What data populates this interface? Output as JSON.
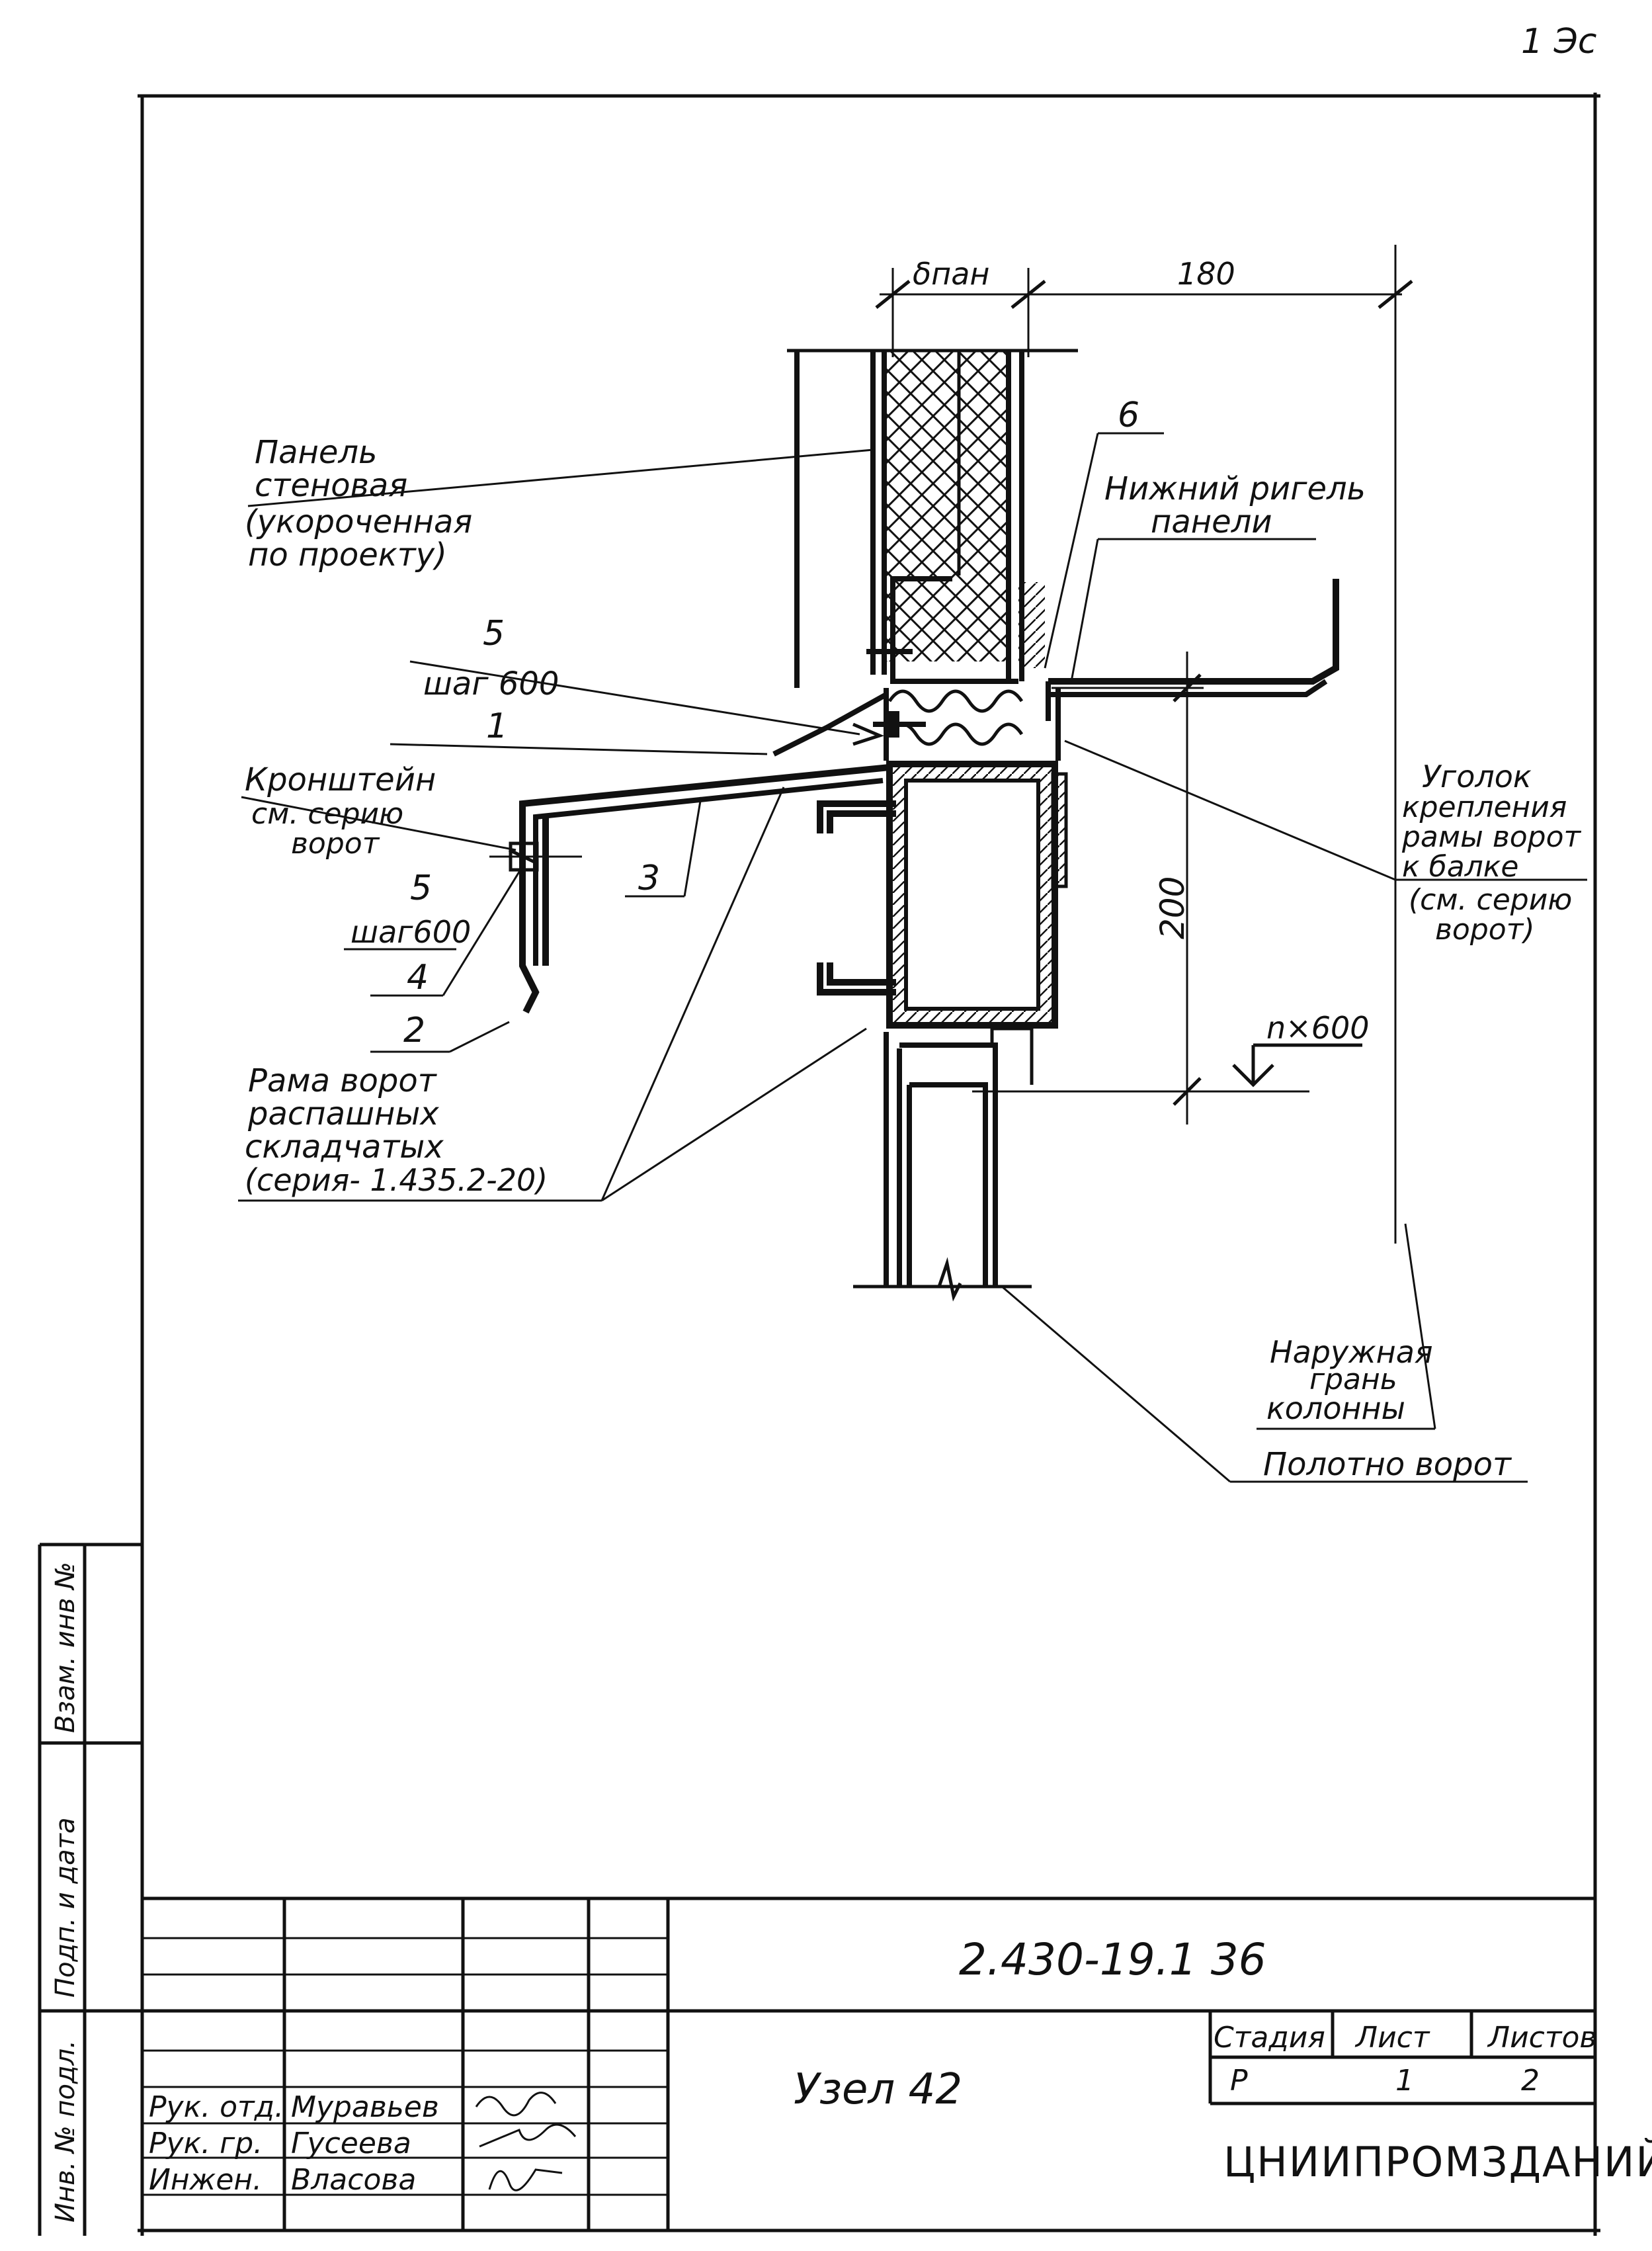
{
  "corner_mark": "1 Эс",
  "drawing": {
    "dimensions": {
      "panel_thickness": "δпан",
      "offset": "180",
      "height": "200",
      "step": "n×600"
    },
    "callouts": {
      "panel": [
        "Панель",
        "стеновая",
        "(укороченная",
        "по проекту)"
      ],
      "item_5_top": "5",
      "item_5_top_step": "шаг 600",
      "item_1": "1",
      "bracket": [
        "Кронштейн",
        "см. серию",
        "ворот"
      ],
      "item_5_side": "5",
      "item_5_side_step": "шаг600",
      "item_4": "4",
      "item_3": "3",
      "item_2": "2",
      "item_6": "6",
      "frame": [
        "Рама ворот",
        "распашных",
        "складчатых",
        "(серия- 1.435.2-20)"
      ],
      "lower_girder": [
        "Нижний ригель",
        "панели"
      ],
      "angle": [
        "Уголок",
        "крепления",
        "рамы ворот",
        "к балке",
        "(см. серию",
        "ворот)"
      ],
      "column_face": [
        "Наружная",
        "грань",
        "колонны"
      ],
      "gate_leaf": "Полотно ворот"
    }
  },
  "side_stamp": [
    "Инв. № подл.",
    "Подп. и дата",
    "Взам. инв №"
  ],
  "title_block": {
    "doc_code": "2.430-19.1 36",
    "title": "Узел 42",
    "stage_header": "Стадия",
    "sheet_header": "Лист",
    "sheets_header": "Листов",
    "stage_value": "Р",
    "sheet_value": "1",
    "sheets_value": "2",
    "organization": "ЦНИИПРОМЗДАНИЙ",
    "signatures": [
      {
        "role": "Рук. отд.",
        "name": "Муравьев"
      },
      {
        "role": "Рук. гр.",
        "name": "Гусеева"
      },
      {
        "role": "Инжен.",
        "name": "Власова"
      }
    ]
  }
}
